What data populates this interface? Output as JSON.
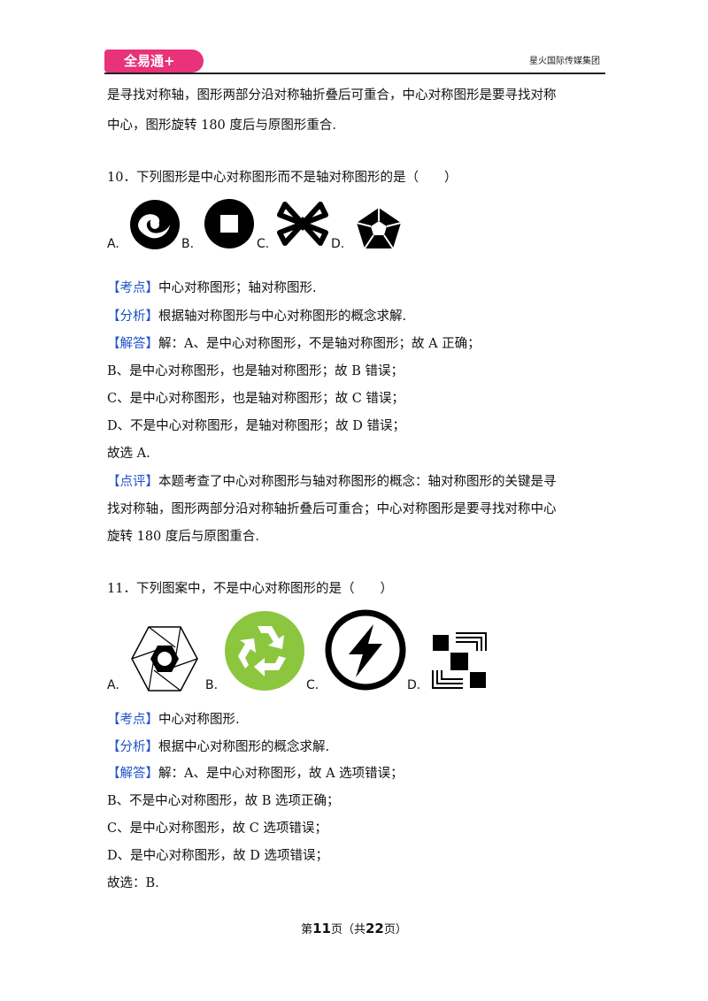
{
  "header": {
    "logo_text": "全易通+",
    "company": "星火国际传媒集团"
  },
  "intro_lines": [
    "是寻找对称轴，图形两部分沿对称轴折叠后可重合，中心对称图形是要寻找对称",
    "中心，图形旋转 180 度后与原图形重合."
  ],
  "q10": {
    "stem": "10．下列图形是中心对称图形而不是轴对称图形的是（　　）",
    "options": [
      "A.",
      "B.",
      "C.",
      "D."
    ],
    "kaodian_tag": "【考点】",
    "kaodian_text": "中心对称图形；轴对称图形.",
    "fenxi_tag": "【分析】",
    "fenxi_text": "根据轴对称图形与中心对称图形的概念求解.",
    "jieda_tag": "【解答】",
    "jieda_text": "解：A、是中心对称图形，不是轴对称图形；故 A 正确；",
    "jieda_lines": [
      "B、是中心对称图形，也是轴对称图形；故 B 错误；",
      "C、是中心对称图形，也是轴对称图形；故 C 错误；",
      "D、不是中心对称图形，是轴对称图形；故 D 错误；",
      "故选 A."
    ],
    "dianping_tag": "【点评】",
    "dianping_text": "本题考查了中心对称图形与轴对称图形的概念：轴对称图形的关键是寻",
    "dianping_lines": [
      "找对称轴，图形两部分沿对称轴折叠后可重合；中心对称图形是要寻找对称中心",
      "旋转 180 度后与原图重合."
    ]
  },
  "q11": {
    "stem": "11．下列图案中，不是中心对称图形的是（　　）",
    "options": [
      "A.",
      "B.",
      "C.",
      "D."
    ],
    "kaodian_tag": "【考点】",
    "kaodian_text": "中心对称图形.",
    "fenxi_tag": "【分析】",
    "fenxi_text": "根据中心对称图形的概念求解.",
    "jieda_tag": "【解答】",
    "jieda_text": "解：A、是中心对称图形，故 A 选项错误；",
    "jieda_lines": [
      "B、不是中心对称图形，故 B 选项正确；",
      "C、是中心对称图形，故 C 选项错误；",
      "D、是中心对称图形，故 D 选项错误；",
      "故选：B."
    ]
  },
  "footer": {
    "pre": "第",
    "page": "11",
    "mid": "页（共",
    "total": "22",
    "post": "页）"
  },
  "colors": {
    "logo": "#e8327a",
    "tag": "#1f52c8",
    "recycle": "#8cc63f"
  }
}
